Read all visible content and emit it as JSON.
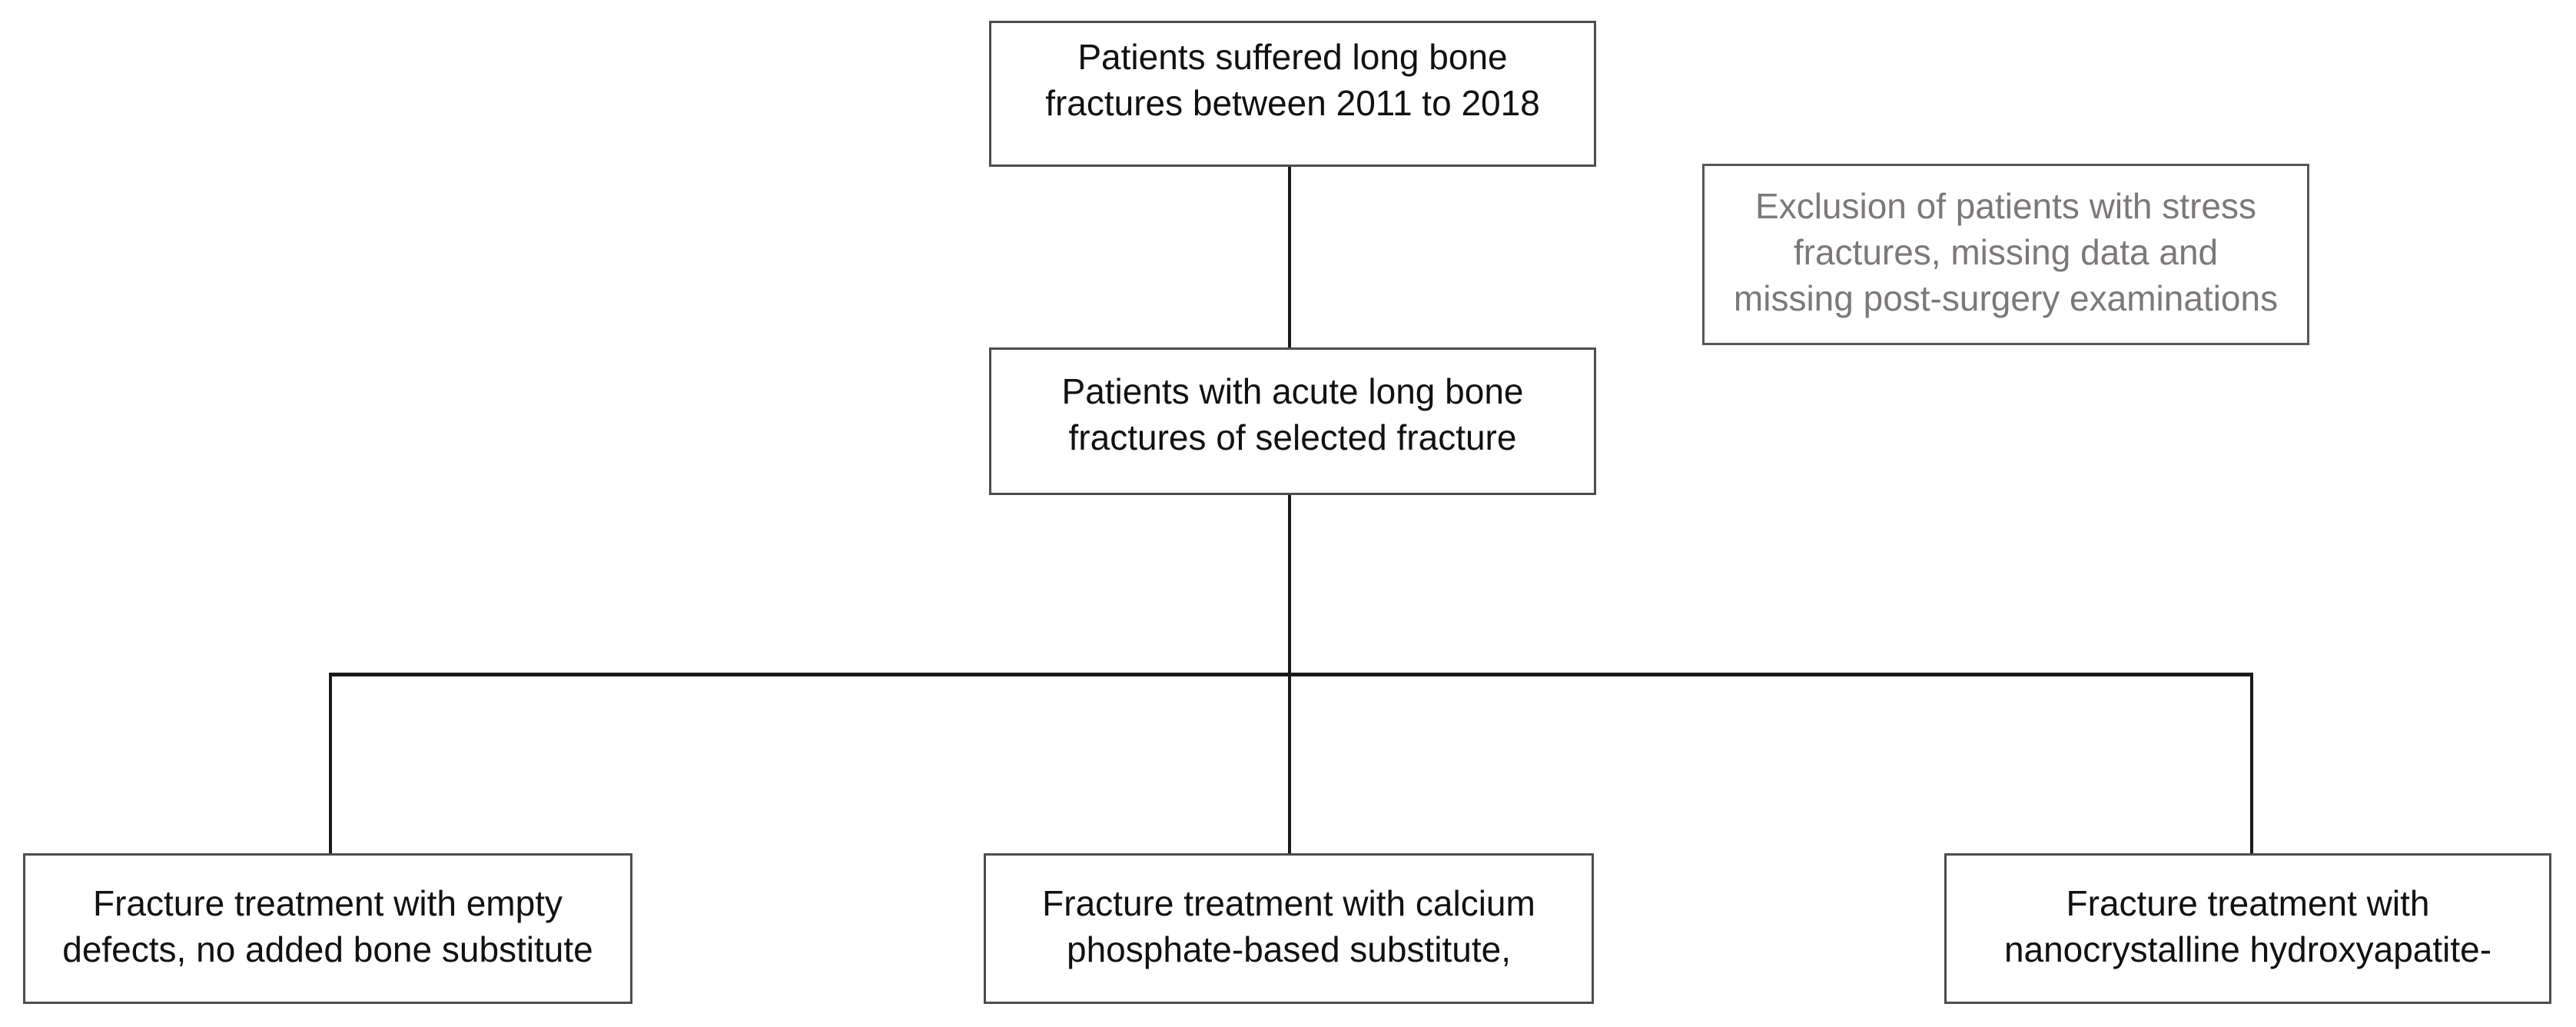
{
  "diagram": {
    "type": "flowchart",
    "description": "Patient selection flow for long bone fracture treatment study"
  },
  "boxes": {
    "top": {
      "text": "Patients suffered long bone\nfractures between 2011 to 2018"
    },
    "exclusion": {
      "text": "Exclusion of patients with stress\nfractures, missing data and\nmissing post-surgery examinations"
    },
    "middle": {
      "text": "Patients with acute long bone\nfractures of selected fracture"
    },
    "branch_left": {
      "text": "Fracture treatment with empty\ndefects, no added bone substitute"
    },
    "branch_center": {
      "text": "Fracture treatment with calcium\nphosphate-based substitute,"
    },
    "branch_right": {
      "text": "Fracture treatment with\nnanocrystalline hydroxyapatite-"
    }
  },
  "colors": {
    "box_border": "#4d4d4d",
    "box_background": "#ffffff",
    "text_primary": "#111111",
    "text_exclusion": "#7d7878",
    "connector": "#1a1a1a",
    "page_background": "#ffffff"
  }
}
